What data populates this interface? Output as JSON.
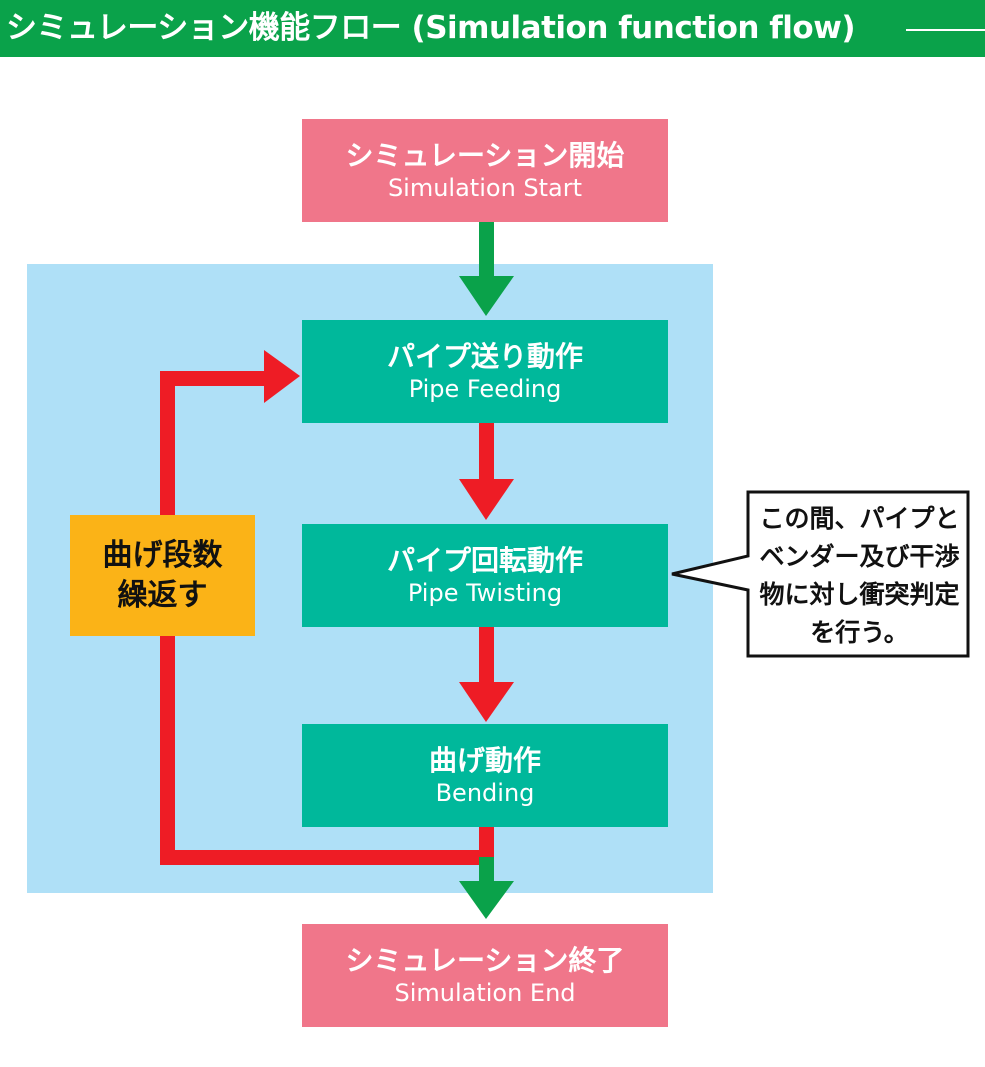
{
  "header": {
    "title": "シミュレーション機能フロー (Simulation function flow)",
    "color": "#0aa24a"
  },
  "nodes": {
    "start": {
      "jp": "シミュレーション開始",
      "en": "Simulation Start"
    },
    "feeding": {
      "jp": "パイプ送り動作",
      "en": "Pipe Feeding"
    },
    "twisting": {
      "jp": "パイプ回転動作",
      "en": "Pipe Twisting"
    },
    "bending": {
      "jp": "曲げ動作",
      "en": "Bending"
    },
    "end": {
      "jp": "シミュレーション終了",
      "en": "Simulation End"
    }
  },
  "repeat": {
    "line1": "曲げ段数",
    "line2": "繰返す"
  },
  "callout": {
    "text": "この間、パイプとベンダー及び干渉物に対し衝突判定を行う。"
  },
  "colors": {
    "terminal_box": "#f0768a",
    "process_box": "#00b89b",
    "loop_area": "#afe0f7",
    "repeat_box": "#fbb317",
    "flow_arrow_green": "#0aa24a",
    "flow_arrow_red": "#ee1c25"
  }
}
